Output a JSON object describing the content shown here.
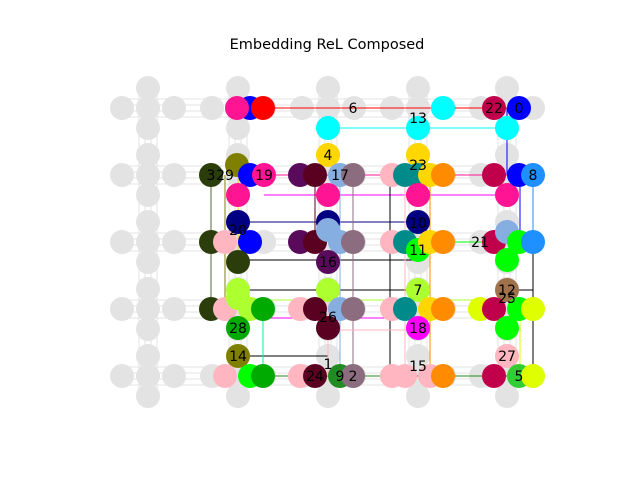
{
  "title": "Embedding ReL Composed",
  "nodes": [
    {
      "id": "0",
      "color": "#0000ff"
    },
    {
      "id": "1",
      "color": "#ffb6c1"
    },
    {
      "id": "2",
      "color": "#8b6d7f"
    },
    {
      "id": "3",
      "color": "#2b3d0b"
    },
    {
      "id": "4",
      "color": "#ffd700"
    },
    {
      "id": "5",
      "color": "#32cd32"
    },
    {
      "id": "6",
      "color": "#00ffff"
    },
    {
      "id": "7",
      "color": "#adff2f"
    },
    {
      "id": "8",
      "color": "#1e90ff"
    },
    {
      "id": "9",
      "color": "#228b22"
    },
    {
      "id": "10",
      "color": "#000080"
    },
    {
      "id": "11",
      "color": "#00ff00"
    },
    {
      "id": "12",
      "color": "#a0724b"
    },
    {
      "id": "13",
      "color": "#00ffff"
    },
    {
      "id": "14",
      "color": "#808000"
    },
    {
      "id": "15",
      "color": "#ff8c00"
    },
    {
      "id": "16",
      "color": "#5a0a5a"
    },
    {
      "id": "17",
      "color": "#87aee0"
    },
    {
      "id": "18",
      "color": "#ff00ff"
    },
    {
      "id": "19",
      "color": "#ff1493"
    },
    {
      "id": "20",
      "color": "#000080"
    },
    {
      "id": "21",
      "color": "#dfff00"
    },
    {
      "id": "22",
      "color": "#c0004b"
    },
    {
      "id": "23",
      "color": "#008b8b"
    },
    {
      "id": "24",
      "color": "#5a0020"
    },
    {
      "id": "25",
      "color": "#00ff00"
    },
    {
      "id": "26",
      "color": "#87aee0"
    },
    {
      "id": "27",
      "color": "#ffb6c1"
    },
    {
      "id": "28",
      "color": "#00aa00"
    },
    {
      "id": "29",
      "color": "#808000"
    }
  ]
}
